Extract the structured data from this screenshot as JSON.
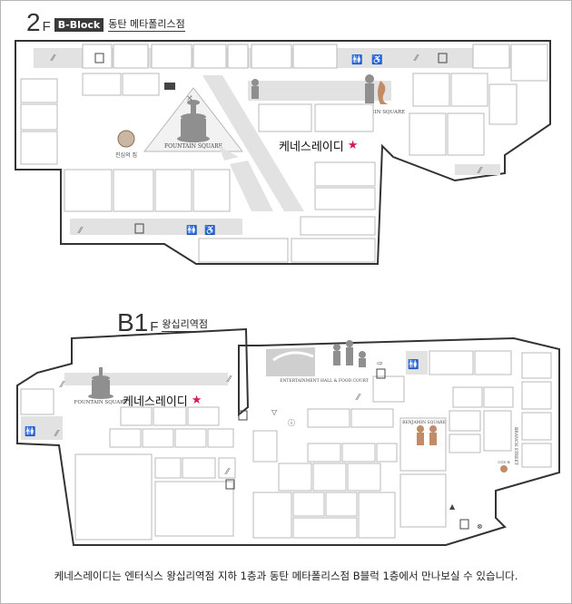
{
  "floor_2f": {
    "number": "2",
    "suffix": "F",
    "block_badge": "B-Block",
    "building": "동탄 메타폴리스점",
    "store_label": "케네스레이디",
    "fountain_label": "FOUNTAIN SQUARE",
    "benjamin_label": "BENJAMIN SQUARE",
    "restaurant_label": "진심의 집"
  },
  "floor_b1": {
    "number": "B1",
    "suffix": "F",
    "building": "왕십리역점",
    "store_label": "케네스레이디",
    "fountain_label": "FOUNTAIN SQUARE",
    "benjamin_label": "BENJAMIN SQUARE",
    "entertainment_label": "ENTERTAINMENT HALL & FOOD COURT",
    "branch_label": "BRANCH STREET",
    "small_label": "CGV B"
  },
  "caption": "케네스레이디는 엔터식스 왕십리역점 지하 1층과 동탄 메타폴리스점 B블럭 1층에서 만나보실 수 있습니다.",
  "colors": {
    "star": "#d6175a",
    "wall": "#333333",
    "corridor": "#e2e2e2",
    "shop_stroke": "#b8b8b8"
  }
}
